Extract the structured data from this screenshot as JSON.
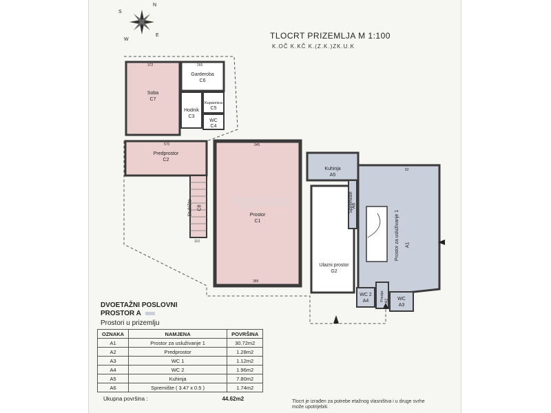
{
  "plan": {
    "title": "TLOCRT PRIZEMLJA  M 1:100",
    "subtitle": "K.OČ    K.KČ    K.(Z.K.)ZK.U.K",
    "compass_letters": [
      "S",
      "N",
      "E",
      "W"
    ],
    "rooms": {
      "c7": {
        "name": "Soba",
        "code": "C7"
      },
      "c6": {
        "name": "Garderoba",
        "code": "C6"
      },
      "c5": {
        "name": "Kupaonica",
        "code": "C5"
      },
      "c3": {
        "name": "Hodnik",
        "code": "C3"
      },
      "c4": {
        "name": "WC",
        "code": "C4"
      },
      "c2": {
        "name": "Predprostor",
        "code": "C2"
      },
      "c8": {
        "name": "Stubište",
        "code": "C8"
      },
      "c1": {
        "name": "Prostor",
        "code": "C1"
      },
      "a5": {
        "name": "Kuhinja",
        "code": "A5"
      },
      "a6": {
        "name": "Spremište",
        "code": "A6"
      },
      "a1": {
        "name": "Prostor za usluživanje 1",
        "code": "A1"
      },
      "g2": {
        "name": "Ulazni prostor",
        "code": "G2"
      },
      "a4": {
        "name": "WC 2",
        "code": "A4"
      },
      "a2": {
        "name": "Predpr.",
        "code": "A2"
      },
      "a3": {
        "name": "WC",
        "code": "A3"
      }
    },
    "dimensions": [
      "372",
      "265",
      "570",
      "945",
      "110",
      "388",
      "82"
    ],
    "watermark": "Njuškalo"
  },
  "legend": {
    "title_line1": "DVOETAŽNI POSLOVNI",
    "title_line2": "PROSTOR A",
    "swatch_color": "#c9d0dc",
    "subtitle": "Prostori u prizemlju"
  },
  "table": {
    "headers": [
      "OZNAKA",
      "NAMJENA",
      "POVRŠINA"
    ],
    "rows": [
      [
        "A1",
        "Prostor za usluživanje 1",
        "30.72m2"
      ],
      [
        "A2",
        "Predprostor",
        "1.28m2"
      ],
      [
        "A3",
        "WC 1",
        "1.12m2"
      ],
      [
        "A4",
        "WC 2",
        "1.96m2"
      ],
      [
        "A5",
        "Kuhinja",
        "7.80m2"
      ],
      [
        "A6",
        "Spremište ( 3.47 x 0.5 )",
        "1.74m2"
      ]
    ],
    "total_label": "Ukupna površina :",
    "total_value": "44.62m2"
  },
  "note": {
    "line1": "Tlocrt je izrađen za potrebe etažnog vlasništva i u druge svrhe",
    "line2": "može upotrijebiti."
  },
  "colors": {
    "pink": "#eccfcf",
    "blue": "#c9d0dc",
    "wall": "#3a3a3a"
  }
}
